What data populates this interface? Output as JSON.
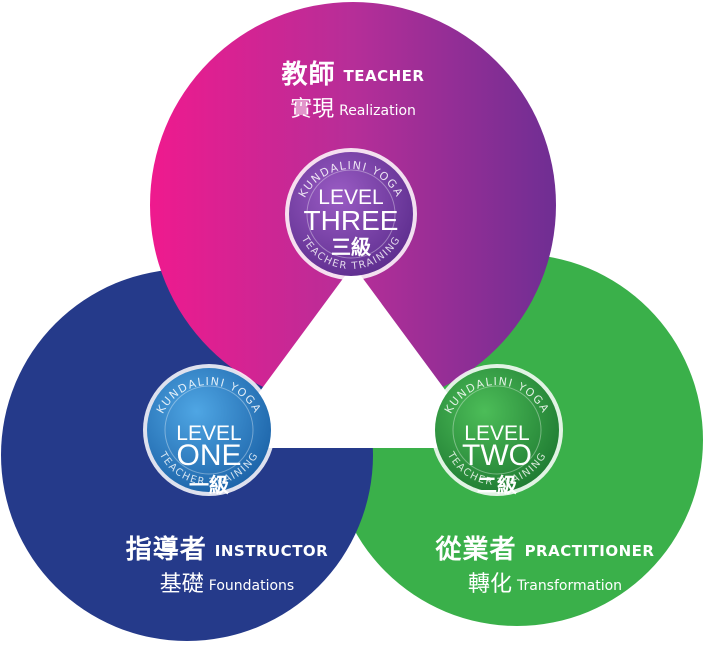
{
  "colors": {
    "teacher_gradient": [
      "#ef1a8e",
      "#b62e98",
      "#6f2e93"
    ],
    "instructor": "#253a8a",
    "practitioner": "#3ab04a",
    "background": "#ffffff"
  },
  "teacher": {
    "title_zh": "教師",
    "title_en": "TEACHER",
    "subtitle_zh": "實現",
    "subtitle_en": "Realization",
    "badge": {
      "ring_text": "KUNDALINI YOGA",
      "bottom_text": "TEACHER TRAINING",
      "level": "LEVEL",
      "number": "THREE",
      "number_zh": "三級",
      "colors": [
        "#9a5cc4",
        "#5d2d8e"
      ]
    }
  },
  "instructor": {
    "title_zh": "指導者",
    "title_en": "INSTRUCTOR",
    "subtitle_zh": "基礎",
    "subtitle_en": "Foundations",
    "badge": {
      "ring_text": "KUNDALINI YOGA",
      "bottom_text": "TEACHER TRAINING",
      "level": "LEVEL",
      "number": "ONE",
      "number_zh": "一級",
      "colors": [
        "#4fa6e4",
        "#1c63a8"
      ]
    }
  },
  "practitioner": {
    "title_zh": "從業者",
    "title_en": "PRACTITIONER",
    "subtitle_zh": "轉化",
    "subtitle_en": "Transformation",
    "badge": {
      "ring_text": "KUNDALINI YOGA",
      "bottom_text": "TEACHER TRAINING",
      "level": "LEVEL",
      "number": "TWO",
      "number_zh": "二級",
      "colors": [
        "#4cbd58",
        "#1f7b32"
      ]
    }
  }
}
